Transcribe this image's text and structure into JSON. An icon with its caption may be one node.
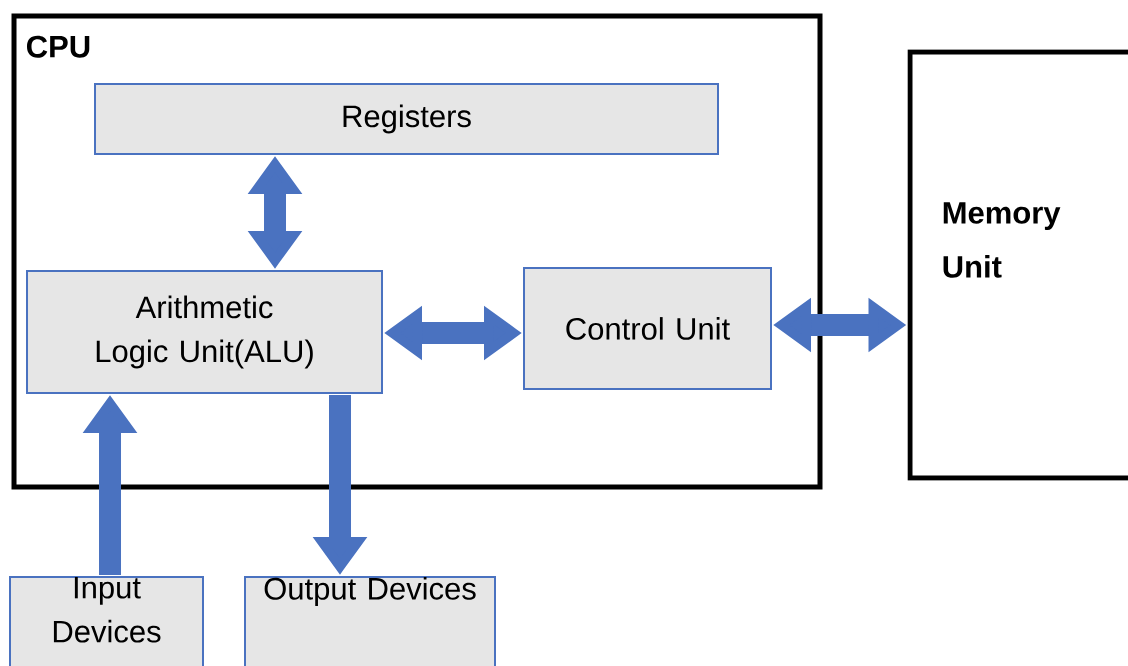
{
  "diagram": {
    "nodes": [
      {
        "text": [
          "CPU"
        ]
      },
      {
        "text": [
          "Registers"
        ],
        "in": 0
      },
      {
        "text": [
          "Arithmetic Logic Unit(ALU)"
        ],
        "in": 0
      },
      {
        "text": [
          "Control Unit"
        ],
        "in": 0
      },
      {
        "text": [
          "Memory Unit"
        ]
      },
      {
        "text": [
          "Input Devices"
        ]
      },
      {
        "text": [
          "Output Devices"
        ]
      }
    ],
    "edges": [
      {
        "from": 1,
        "to": 2,
        "arrow": "both"
      },
      {
        "from": 2,
        "to": 3,
        "arrow": "both"
      },
      {
        "from": 3,
        "to": 4,
        "arrow": "both"
      },
      {
        "from": 5,
        "to": 2,
        "arrow": "to"
      },
      {
        "from": 2,
        "to": 6,
        "arrow": "to"
      }
    ]
  }
}
